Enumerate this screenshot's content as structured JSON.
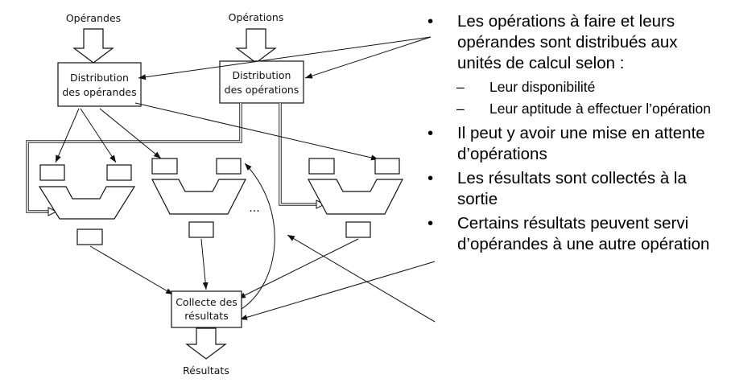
{
  "diagram": {
    "operands_label": "Opérandes",
    "operations_label": "Opérations",
    "dist_operands": [
      "Distribution",
      "des opérandes"
    ],
    "dist_operations": [
      "Distribution",
      "des opérations"
    ],
    "ellipsis": "...",
    "collect": [
      "Collecte des",
      "résultats"
    ],
    "results_label": "Résultats"
  },
  "bullets": [
    {
      "marker": "•",
      "text": "Les opérations à faire et leurs opérandes sont distribués aux unités de calcul selon :"
    },
    {
      "marker": "–",
      "text": "Leur disponibilité",
      "sub": true
    },
    {
      "marker": "–",
      "text": "Leur aptitude à effectuer l’opération",
      "sub": true
    },
    {
      "marker": "•",
      "text": "Il peut y avoir une mise en attente d’opérations"
    },
    {
      "marker": "•",
      "text": "Les résultats sont collectés à la sortie"
    },
    {
      "marker": "•",
      "text": "Certains résultats peuvent servi d’opérandes à une autre opération"
    }
  ]
}
